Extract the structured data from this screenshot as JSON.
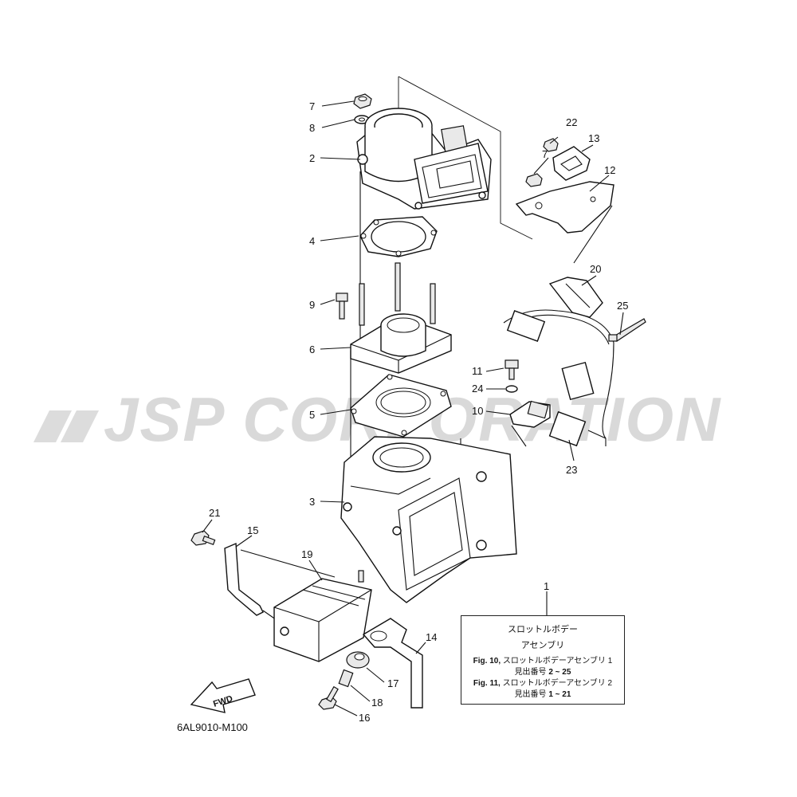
{
  "watermark": "JSP CORPORATION",
  "diagram_code": "6AL9010-M100",
  "fwd_label": "FWD",
  "callouts": {
    "c1": "1",
    "c2": "2",
    "c3": "3",
    "c4": "4",
    "c5": "5",
    "c6": "6",
    "c7a": "7",
    "c7b": "7",
    "c8": "8",
    "c9": "9",
    "c10": "10",
    "c11": "11",
    "c12": "12",
    "c13": "13",
    "c14": "14",
    "c15": "15",
    "c16": "16",
    "c17": "17",
    "c18": "18",
    "c19": "19",
    "c20": "20",
    "c21": "21",
    "c22": "22",
    "c23": "23",
    "c24": "24",
    "c25": "25"
  },
  "info_box": {
    "title_line1": "スロットルボデー",
    "title_line2": "アセンブリ",
    "fig10_ref": "Fig. 10,",
    "fig10_text": "スロットルボデーアセンブリ 1",
    "fig10_range_label": "見出番号",
    "fig10_range": "2 ~ 25",
    "fig11_ref": "Fig. 11,",
    "fig11_text": "スロットルボデーアセンブリ 2",
    "fig11_range_label": "見出番号",
    "fig11_range": "1 ~ 21"
  }
}
